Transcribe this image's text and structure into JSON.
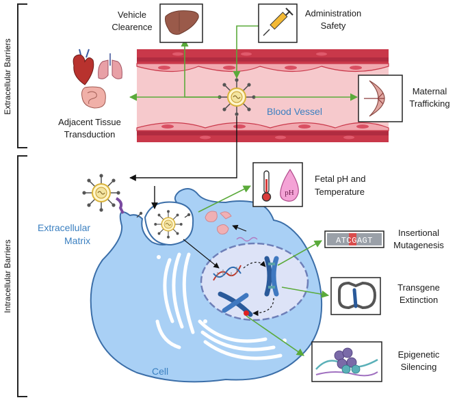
{
  "side_labels": {
    "extracellular": "Extracellular Barriers",
    "intracellular": "Intracellular Barriers"
  },
  "labels": {
    "vehicle_clearance": [
      "Vehicle",
      "Clearence"
    ],
    "administration_safety": [
      "Administration",
      "Safety"
    ],
    "blood_vessel": "Blood Vessel",
    "maternal_trafficking": [
      "Maternal",
      "Trafficking"
    ],
    "adjacent_tissue": [
      "Adjacent Tissue",
      "Transduction"
    ],
    "fetal_ph": [
      "Fetal pH and",
      "Temperature"
    ],
    "ph_drop": "pH",
    "extracellular_matrix": [
      "Extracellular",
      "Matrix"
    ],
    "insertional": [
      "Insertional",
      "Mutagenesis"
    ],
    "dna_sequence": "ATCGAGT",
    "transgene": [
      "Transgene",
      "Extinction"
    ],
    "epigenetic": [
      "Epigenetic",
      "Silencing"
    ],
    "cell": "Cell"
  },
  "colors": {
    "vessel_wall": "#c9384a",
    "vessel_inner": "#f6c9cc",
    "cell_fill": "#a9d0f5",
    "nucleus_fill": "#dde3f7",
    "arrow_green": "#5aaa3a",
    "label_blue": "#3a7fc0"
  },
  "icons": [
    "liver-icon",
    "syringe-icon",
    "organs-icon",
    "placenta-icon",
    "thermometer-icon",
    "ph-drop-icon",
    "dna-sequence-icon",
    "chromosome-loop-icon",
    "nucleosome-icon",
    "virus-icon",
    "chromosome-icon"
  ]
}
